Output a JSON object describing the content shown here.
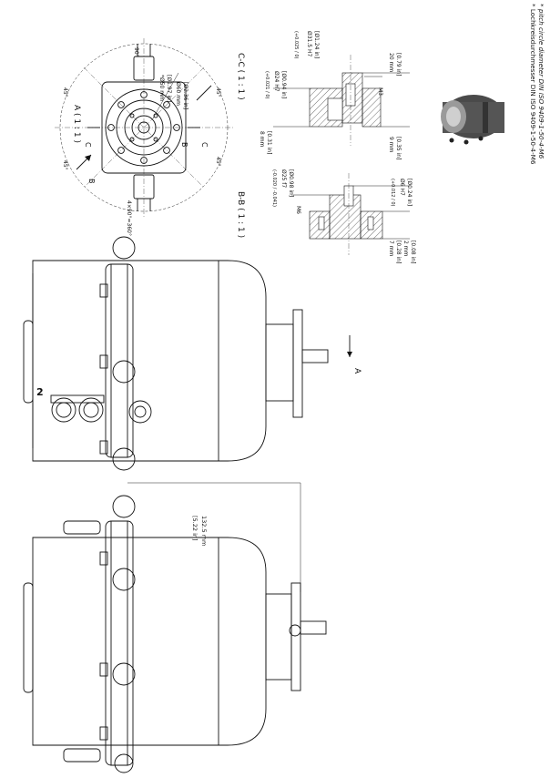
{
  "sheet": {
    "footnote_de": "* Lochkreisdurchmesser DIN ISO 9409-1-50-4-M6",
    "footnote_en": "* pitch circle diameter DIN ISO 9409-1-50-4-M6",
    "view_a_title": "A ( 1 : 1 )",
    "section_cc_title": "C-C ( 1 : 1 )",
    "section_bb_title": "B-B ( 1 : 1 )",
    "item_number": "2",
    "arrow_label_a": "A"
  },
  "view_a": {
    "angle_top": "90°",
    "angle_bottom": "4×90°=360°",
    "angle_left_1": "45°",
    "angle_left_2": "45°",
    "angle_right_1": "45°",
    "angle_right_2": "45°",
    "dim_pcd": "*Ø50 mm",
    "dim_pcd_in": "[Ø1.97 in]",
    "dim_outer": "Ø60 mm",
    "dim_outer_in": "[Ø2.36 in]",
    "cut_b": "B",
    "cut_c": "C"
  },
  "section_cc": {
    "dim_1": "Ø31.5 H7",
    "dim_1_tol": "(+0.025 / 0)",
    "dim_1_in": "[Ø1.24 in]",
    "dim_2": "Ø24 H7",
    "dim_2_tol": "(+0.021 / 0)",
    "dim_2_in": "[Ø0.94 in]",
    "thread": "M3",
    "dim_3": "20 mm",
    "dim_3_in": "[0.79 in]",
    "dim_4": "8 mm",
    "dim_4_in": "[0.31 in]",
    "dim_5": "9 mm",
    "dim_5_in": "[0.35 in]"
  },
  "section_bb": {
    "dim_1": "Ø25 f7",
    "dim_1_tol": "(-0.020 / -0.041)",
    "dim_1_in": "[Ø0.98 in]",
    "thread": "M6",
    "dim_2": "Ø6 H7",
    "dim_2_tol": "(+0.012 / 0)",
    "dim_2_in": "[Ø0.24 in]",
    "dim_3": "7 mm",
    "dim_3_in": "[0.28 in]",
    "dim_4": "2 mm",
    "dim_4_in": "[0.08 in]"
  },
  "side_view": {
    "dim_length": "132.5 mm",
    "dim_length_in": "[5.22 in]"
  }
}
